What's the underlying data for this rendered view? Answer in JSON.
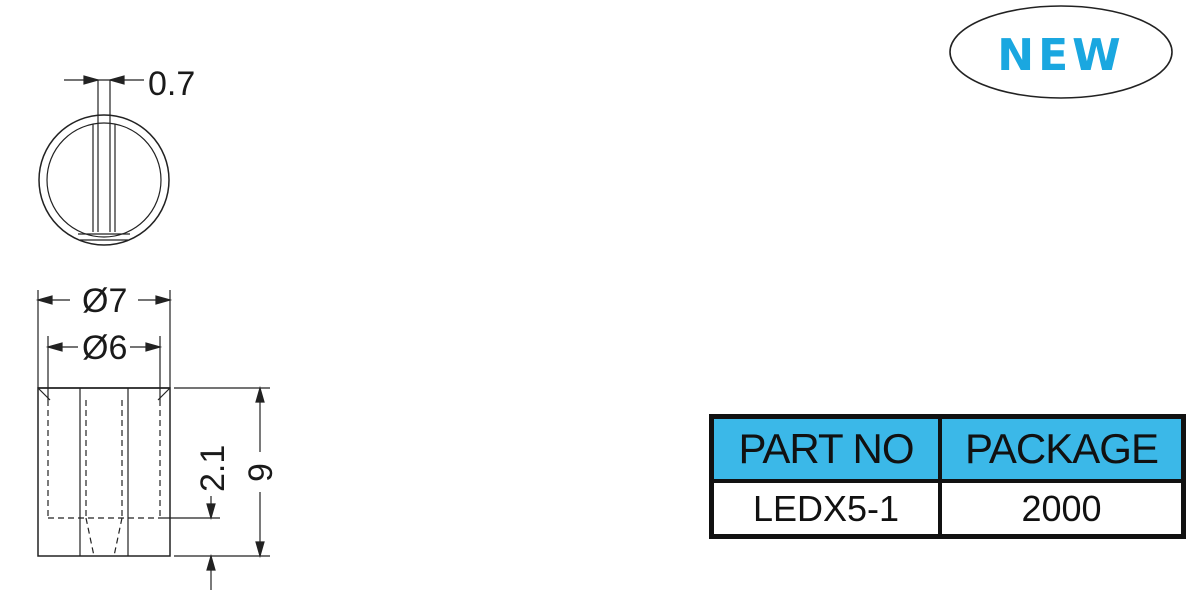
{
  "badge": {
    "text": "NEW",
    "color": "#1aa7e0"
  },
  "dimensions": {
    "slot_width": "0.7",
    "outer_diameter": "Ø7",
    "inner_diameter": "Ø6",
    "total_height": "9",
    "slot_depth": "2.1"
  },
  "table": {
    "headers": [
      "PART NO",
      "PACKAGE"
    ],
    "row": [
      "LEDX5-1",
      "2000"
    ],
    "header_color": "#3bb8e8"
  }
}
